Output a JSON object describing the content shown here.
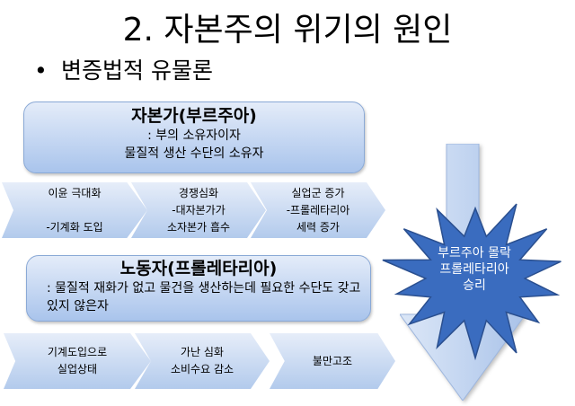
{
  "title": "2. 자본주의 위기의 원인",
  "bullet": "변증법적 유물론",
  "capitalist": {
    "head": "자본가(부르주아)",
    "line1": ": 부의 소유자이자",
    "line2": "물질적 생산 수단의 소유자"
  },
  "capital_steps": [
    {
      "text": "이윤 극대화\n\n-기계화 도입"
    },
    {
      "text": "경쟁심화\n-대자본가가\n소자본가 흡수"
    },
    {
      "text": "실업군 증가\n-프롤레타리아\n세력 증가"
    }
  ],
  "laborer": {
    "head": "노동자(프롤레타리아)",
    "body": ": 물질적 재화가 없고 물건을 생산하는데 필요한 수단도 갖고 있지 않은자"
  },
  "labor_steps": [
    {
      "text": "기계도입으로\n실업상태"
    },
    {
      "text": "가난 심화\n소비수요 감소"
    },
    {
      "text": "불만고조"
    }
  ],
  "result": "부르주아 몰락\n프롤레타리아\n승리",
  "colors": {
    "arrow_fill": "#c4d6f1",
    "star_fill": "#3a6cbf"
  }
}
